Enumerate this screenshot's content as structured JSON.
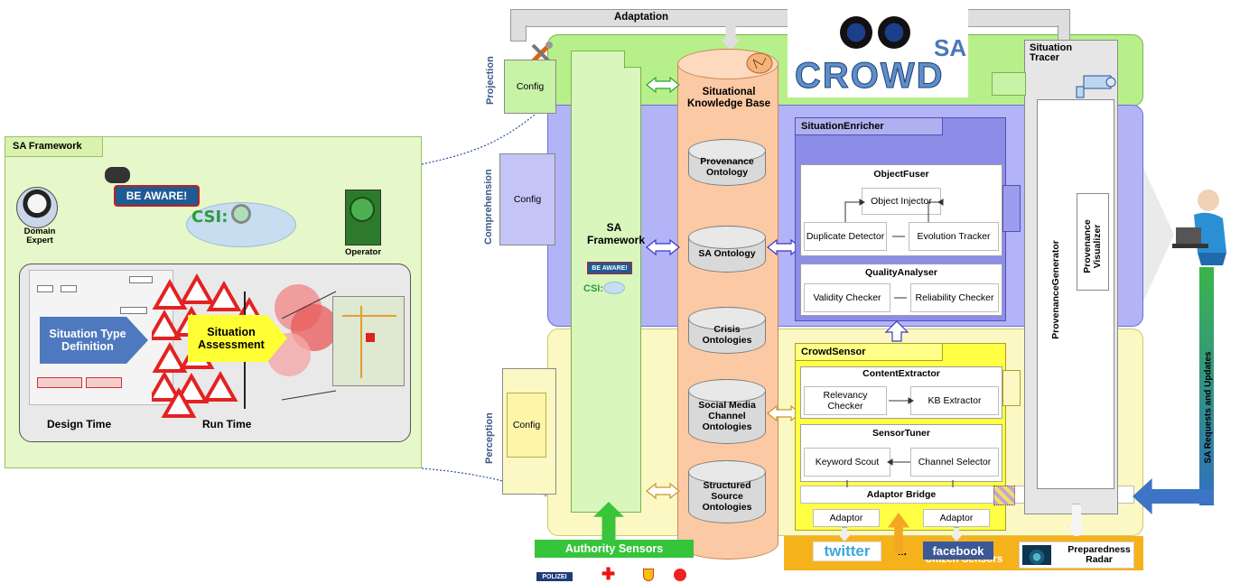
{
  "bands": {
    "projection": "Projection",
    "comprehension": "Comprehension",
    "perception": "Perception"
  },
  "config_label": "Config",
  "adaptation": "Adaptation",
  "sa_crowd": {
    "sa": "SA",
    "crowd": "CROWD"
  },
  "framework_panel": {
    "title": "SA Framework",
    "domain_expert": "Domain Expert",
    "operator": "Operator",
    "situation_type_definition": "Situation Type Definition",
    "situation_assessment": "Situation Assessment",
    "design_time": "Design Time",
    "run_time": "Run Time",
    "beaware": "BE AWARE!",
    "csi": "CSI:"
  },
  "sa_framework_column": "SA Framework",
  "kb": {
    "title": "Situational Knowledge Base",
    "ontologies": [
      "Provenance Ontology",
      "SA Ontology",
      "Crisis Ontologies",
      "Social Media Channel Ontologies",
      "Structured Source Ontologies"
    ]
  },
  "situation_enricher": {
    "title": "SituationEnricher",
    "object_fuser": "ObjectFuser",
    "object_injector": "Object Injector",
    "duplicate_detector": "Duplicate Detector",
    "evolution_tracker": "Evolution Tracker",
    "quality_analyser": "QualityAnalyser",
    "validity_checker": "Validity Checker",
    "reliability_checker": "Reliability Checker"
  },
  "crowd_sensor": {
    "title": "CrowdSensor",
    "content_extractor": "ContentExtractor",
    "relevancy_checker": "Relevancy Checker",
    "kb_extractor": "KB Extractor",
    "sensor_tuner": "SensorTuner",
    "keyword_scout": "Keyword Scout",
    "channel_selector": "Channel Selector",
    "adaptor_bridge": "Adaptor Bridge",
    "adaptor": "Adaptor"
  },
  "situation_tracer": "Situation Tracer",
  "provenance_generator": "ProvenanceGenerator",
  "provenance_visualizer": "Provenance Visualizer",
  "sa_requests": "SA Requests and Updates",
  "authority_sensors": "Authority Sensors",
  "authority_logos": [
    "POLIZEI"
  ],
  "citizen_sensors": "Citizen Sensors",
  "twitter": "twitter",
  "facebook": "facebook",
  "ellipsis": "...",
  "preparedness_radar": "Preparedness Radar"
}
